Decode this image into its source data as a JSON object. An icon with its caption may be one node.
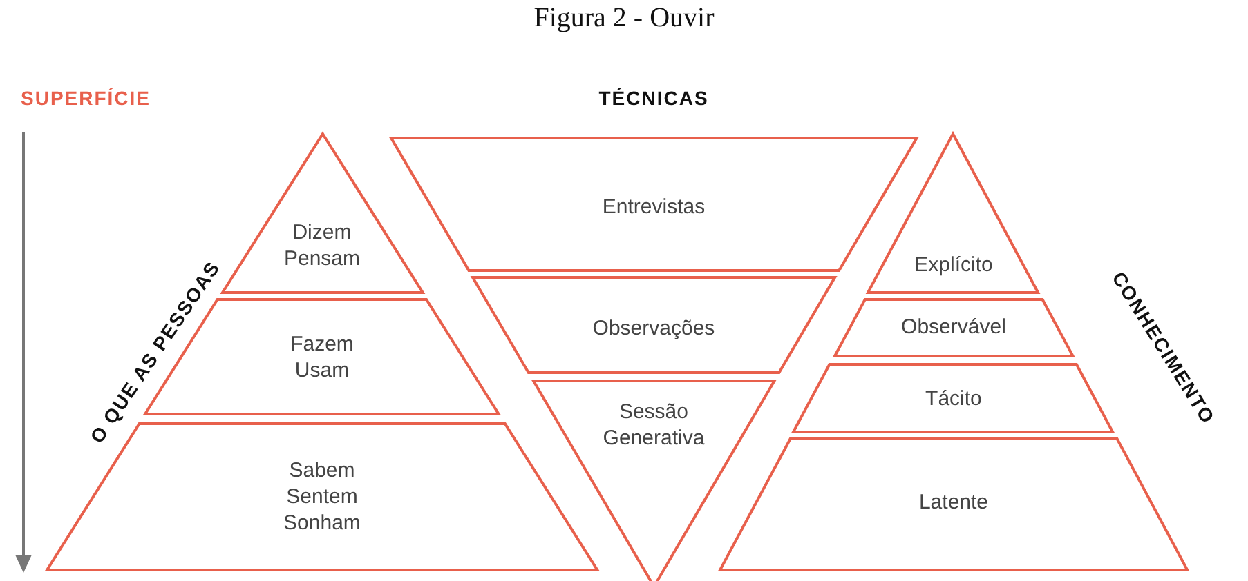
{
  "diagram": {
    "title": "Figura 2 - Ouvir",
    "nodes": [
      {
        "text": [
          "Dizem Pensam"
        ]
      },
      {
        "text": [
          "Fazem Usam"
        ]
      },
      {
        "text": [
          "Sabem Sentem Sonham"
        ]
      },
      {
        "text": [
          "Entrevistas"
        ]
      },
      {
        "text": [
          "Observações"
        ]
      },
      {
        "text": [
          "Sessão Generativa"
        ]
      },
      {
        "text": [
          "Explícito"
        ]
      },
      {
        "text": [
          "Observável"
        ]
      },
      {
        "text": [
          "Tácito"
        ]
      },
      {
        "text": [
          "Latente"
        ]
      }
    ],
    "edges": [],
    "labels": [
      "SUPERFÍCIE",
      "TÉCNICAS",
      "O QUE AS PESSOAS",
      "CONHECIMENTO"
    ]
  }
}
